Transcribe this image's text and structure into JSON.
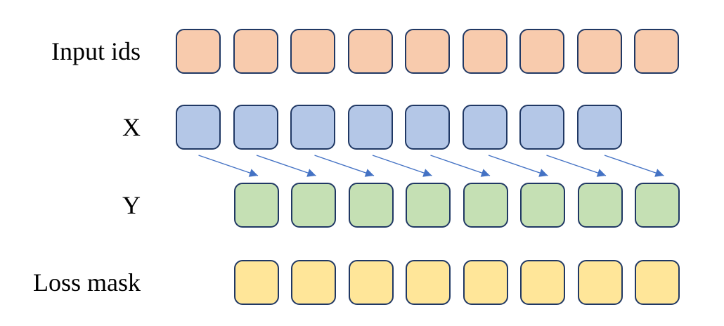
{
  "diagram": {
    "title": "next-token prediction data layout",
    "background_color": "#ffffff",
    "square_border_color": "#203864",
    "rows": [
      {
        "id": "input-ids",
        "label": "Input ids",
        "count": 9,
        "fill": "#F8CBAD",
        "col_offset": 0
      },
      {
        "id": "x",
        "label": "X",
        "count": 8,
        "fill": "#B4C7E7",
        "col_offset": 0
      },
      {
        "id": "y",
        "label": "Y",
        "count": 8,
        "fill": "#C5E0B4",
        "col_offset": 1
      },
      {
        "id": "loss-mask",
        "label": "Loss mask",
        "count": 8,
        "fill": "#FFE699",
        "col_offset": 1
      }
    ],
    "arrows": {
      "count": 8,
      "color": "#4472C4",
      "from_row": "x",
      "to_row": "y",
      "direction": "down-right",
      "meaning": "each X token points to the next-position Y token"
    }
  }
}
